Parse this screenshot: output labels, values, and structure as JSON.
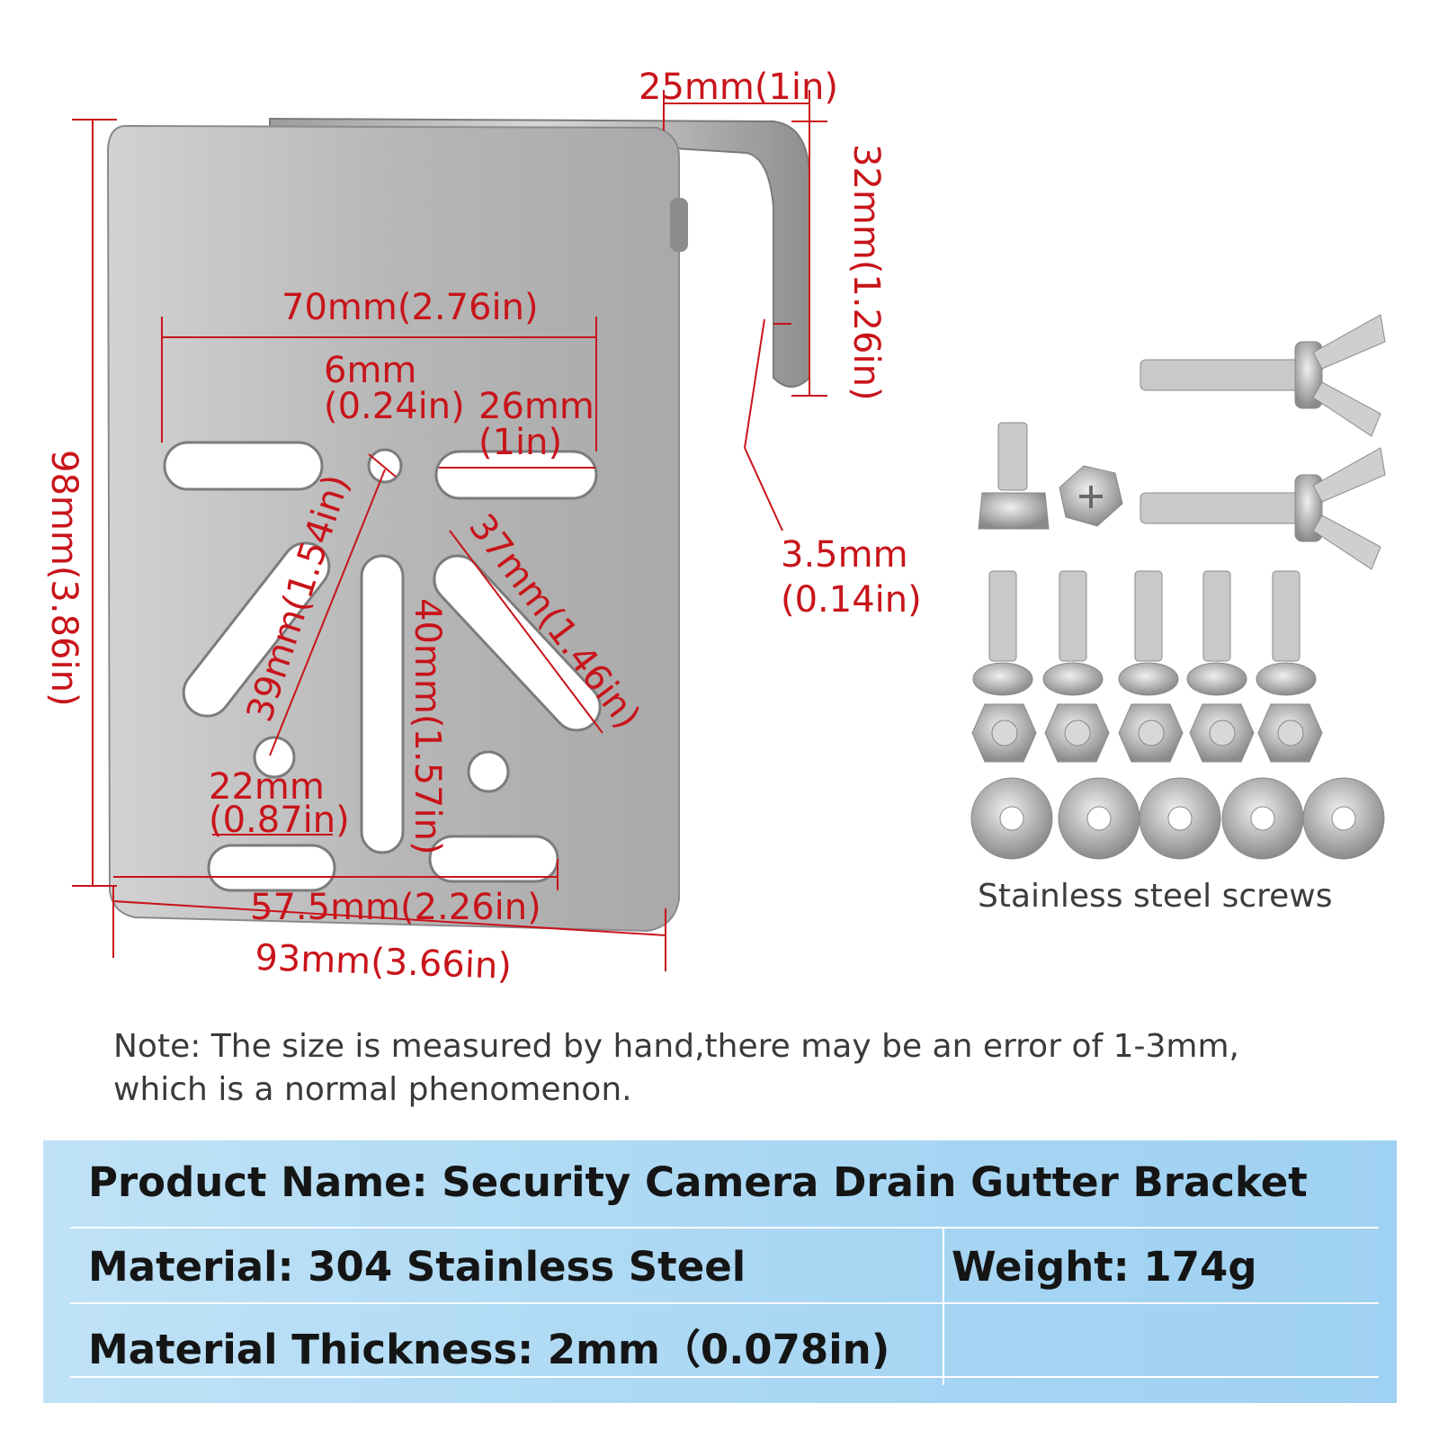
{
  "dimensions": {
    "top_width": "25mm(1in)",
    "hook_height": "32mm(1.26in)",
    "overall_height": "98mm(3.86in)",
    "hole_span": "70mm(2.76in)",
    "small_hole_mm": "6mm",
    "small_hole_in": "(0.24in)",
    "slot_mm": "26mm",
    "slot_in": "(1in)",
    "thickness_mm": "3.5mm",
    "thickness_in": "(0.14in)",
    "diag_right": "37mm(1.46in)",
    "diag_left": "39mm(1.54in)",
    "center_slot": "40mm(1.57in)",
    "bottom_slot_mm": "22mm",
    "bottom_slot_in": "(0.87in)",
    "bottom_span": "57.5mm(2.26in)",
    "overall_width": "93mm(3.66in)"
  },
  "hardware_caption": "Stainless steel screws",
  "note": {
    "line1": "Note: The size is measured by hand,there may be an error of 1-3mm,",
    "line2": "which is a normal phenomenon."
  },
  "specs": {
    "product_name": "Product Name: Security Camera Drain Gutter Bracket",
    "material": "Material: 304 Stainless Steel",
    "weight": "Weight: 174g",
    "thickness": "Material Thickness: 2mm（0.078in)"
  },
  "colors": {
    "dimension_red": "#c8141a",
    "steel": "#b8b8b8",
    "table_blue": "#a8d6f3"
  }
}
